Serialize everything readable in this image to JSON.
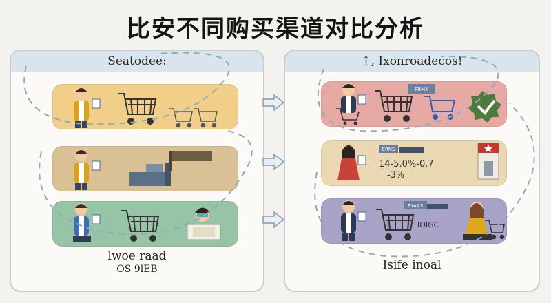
{
  "title": "比安不同购买渠道对比分析",
  "left_panel": {
    "header": "Seatodee:",
    "footer_line1": "lwoe   raad",
    "footer_line2": "OS 9lEB"
  },
  "right_panel": {
    "header": "↑, Ixonroadecos!",
    "footer": "Isife inoal",
    "card1_sign": "FRMX",
    "card2_sign": "ERNS",
    "card2_stat_line1": "14-5.0%-0.7",
    "card2_stat_line2": "-3%",
    "card3_sign": "BYAAS",
    "card3_text": "IOIGC"
  },
  "colors": {
    "card_orange": "#f2cf89",
    "card_tan": "#d9c195",
    "card_green": "#97c4a5",
    "card_red": "#e7a9a4",
    "card_beige": "#ead8b2",
    "card_purple": "#a9a3c8"
  }
}
